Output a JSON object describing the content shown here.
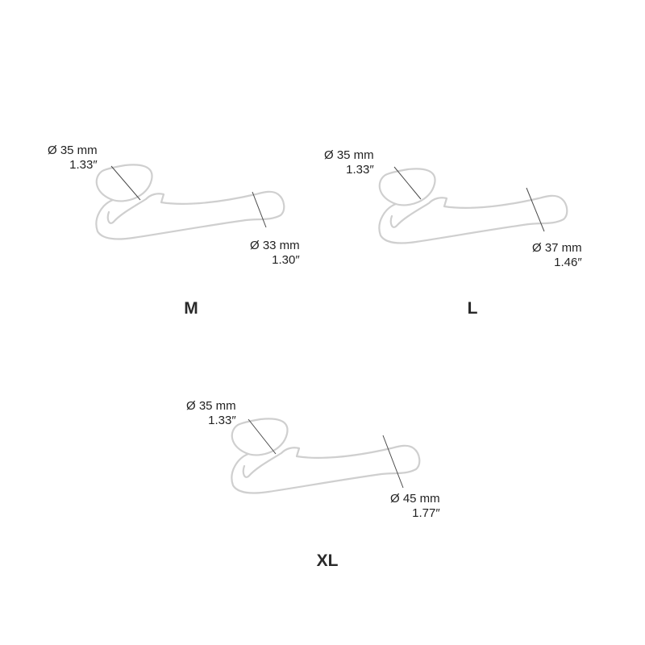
{
  "products": [
    {
      "size": "M",
      "base_diameter_mm": "Ø 35 mm",
      "base_diameter_in": "1.33″",
      "shaft_diameter_mm": "Ø 33 mm",
      "shaft_diameter_in": "1.30″"
    },
    {
      "size": "L",
      "base_diameter_mm": "Ø 35 mm",
      "base_diameter_in": "1.33″",
      "shaft_diameter_mm": "Ø 37 mm",
      "shaft_diameter_in": "1.46″"
    },
    {
      "size": "XL",
      "base_diameter_mm": "Ø 35 mm",
      "base_diameter_in": "1.33″",
      "shaft_diameter_mm": "Ø 45 mm",
      "shaft_diameter_in": "1.77″"
    }
  ],
  "colors": {
    "outline": "#cfcfcf",
    "text": "#222222",
    "background": "#ffffff"
  }
}
